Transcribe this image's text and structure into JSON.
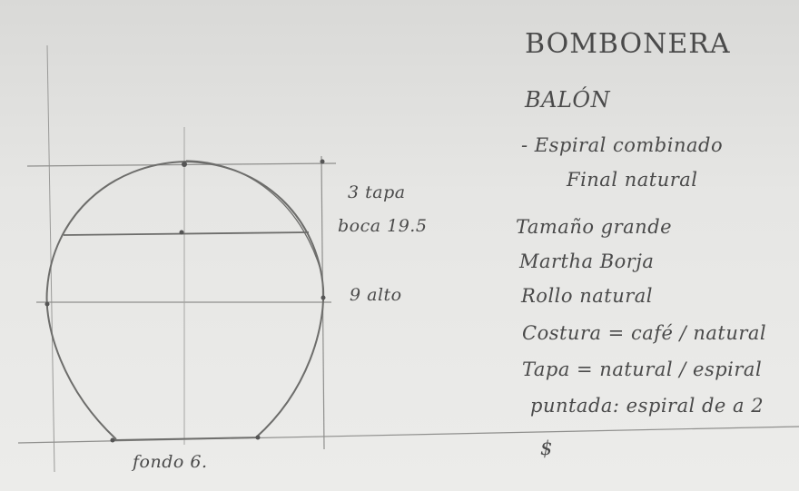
{
  "sketch": {
    "dimensions": {
      "top_label_1": "3 tapa",
      "top_label_2": "boca 19.5",
      "height_label": "9 alto",
      "bottom_label": "fondo 6."
    },
    "notes": {
      "title": "BOMBONERA",
      "subtitle": "BALÓN",
      "line1": "- Espiral combinado",
      "line2": "Final natural",
      "line3": "Tamaño grande",
      "line4": "Martha Borja",
      "line5": "Rollo natural",
      "line6": "Costura = café / natural",
      "line7": "Tapa = natural / espiral",
      "line8": "puntada: espiral de a 2",
      "line9": "$"
    }
  }
}
